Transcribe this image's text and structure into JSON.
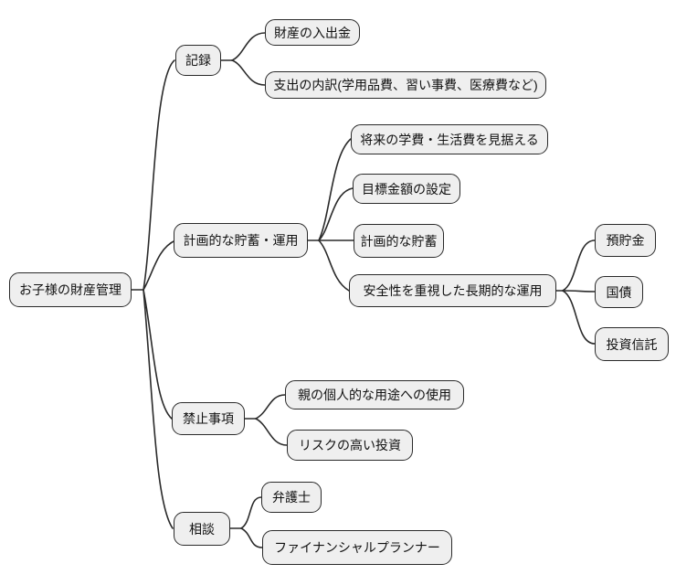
{
  "style": {
    "bg": "#ffffff",
    "node_fill": "#efefef",
    "node_border": "#2a2a2a",
    "edge_color": "#2a2a2a",
    "text_color": "#111111"
  },
  "mindmap": {
    "root": {
      "label": "お子様の財産管理"
    },
    "branches": [
      {
        "label": "記録",
        "children": [
          {
            "label": "財産の入出金"
          },
          {
            "label": "支出の内訳(学用品費、習い事費、医療費など)"
          }
        ]
      },
      {
        "label": "計画的な貯蓄・運用",
        "children": [
          {
            "label": "将来の学費・生活費を見据える"
          },
          {
            "label": "目標金額の設定"
          },
          {
            "label": "計画的な貯蓄"
          },
          {
            "label": "安全性を重視した長期的な運用",
            "children": [
              {
                "label": "預貯金"
              },
              {
                "label": "国債"
              },
              {
                "label": "投資信託"
              }
            ]
          }
        ]
      },
      {
        "label": "禁止事項",
        "children": [
          {
            "label": "親の個人的な用途への使用"
          },
          {
            "label": "リスクの高い投資"
          }
        ]
      },
      {
        "label": "相談",
        "children": [
          {
            "label": "弁護士"
          },
          {
            "label": "ファイナンシャルプランナー"
          }
        ]
      }
    ]
  }
}
